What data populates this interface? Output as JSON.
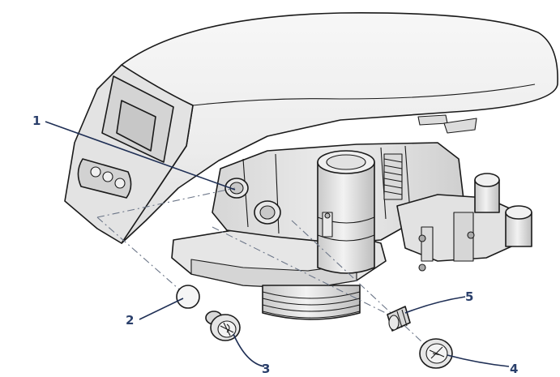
{
  "callouts": [
    {
      "id": "1",
      "label": "1"
    },
    {
      "id": "2",
      "label": "2"
    },
    {
      "id": "3",
      "label": "3"
    },
    {
      "id": "4",
      "label": "4"
    },
    {
      "id": "5",
      "label": "5"
    }
  ],
  "colors": {
    "callout_text": "#2a3f6b",
    "leader_line": "#1f2f55",
    "cover_fill": "#f3f3f3",
    "body_fill": "#e4e4e4",
    "panel_fill": "#d9d9d9"
  }
}
